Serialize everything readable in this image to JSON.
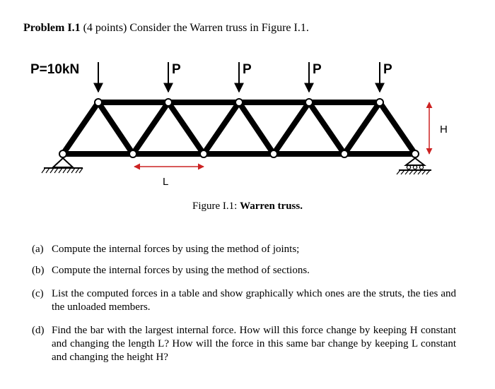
{
  "problem": {
    "label": "Problem I.1",
    "text": "(4 points) Consider the Warren truss in Figure I.1."
  },
  "figure": {
    "load_first": "P=10kN",
    "load_label": "P",
    "height_label": "H",
    "length_label": "L",
    "caption_prefix": "Figure I.1:",
    "caption_bold": "Warren truss."
  },
  "colors": {
    "dimension_arrow": "#cc2222",
    "members": "#000000"
  },
  "questions": [
    {
      "letter": "(a)",
      "text": "Compute the internal forces by using the method of joints;"
    },
    {
      "letter": "(b)",
      "text": "Compute the internal forces by using the method of sections."
    },
    {
      "letter": "(c)",
      "text": "List the computed forces in a table and show graphically which ones are the struts, the ties and the unloaded members."
    },
    {
      "letter": "(d)",
      "text": "Find the bar with the largest internal force.  How will this force change by keeping H constant and changing the length L?  How will the force in this same bar change by keeping L constant and changing the height H?"
    }
  ]
}
